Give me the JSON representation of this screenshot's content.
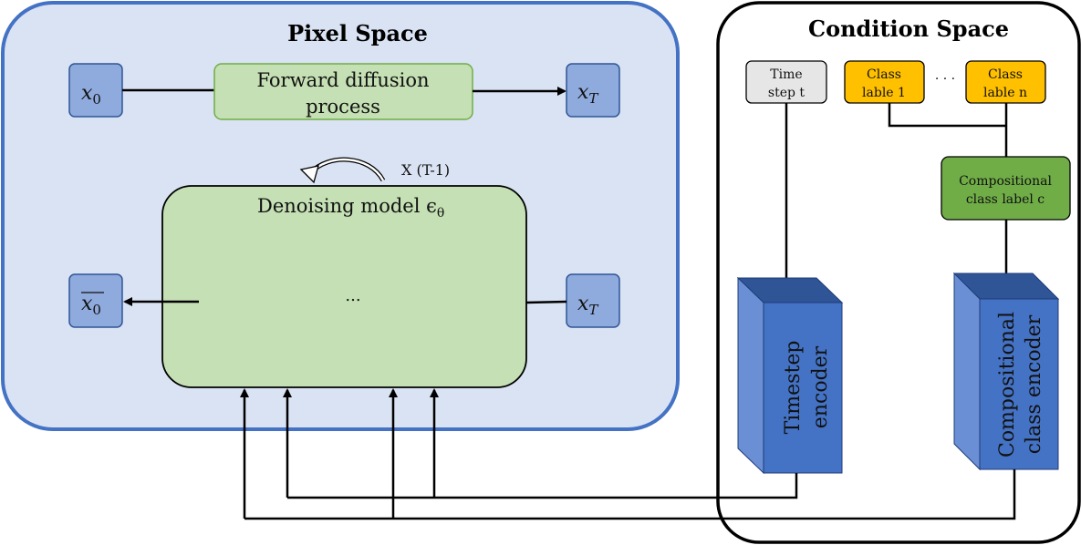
{
  "pixel_space": {
    "title": "Pixel Space",
    "x0": "x",
    "x0_sub": "0",
    "xT": "x",
    "xT_sub": "T",
    "forward_line1": "Forward diffusion",
    "forward_line2": "process",
    "loop_label": "X (T-1)",
    "denoise_label": "Denoising model ϵ",
    "denoise_sub": "θ",
    "ellipsis": "...",
    "x0bar": "x",
    "x0bar_sub": "0",
    "xT2": "x",
    "xT2_sub": "T"
  },
  "condition_space": {
    "title": "Condition Space",
    "time_line1": "Time",
    "time_line2": "step t",
    "class1_line1": "Class",
    "class1_line2": "lable 1",
    "dots": "· · ·",
    "classn_line1": "Class",
    "classn_line2": "lable n",
    "comp_line1": "Compositional",
    "comp_line2": "class label c",
    "timestep_encoder_line1": "Timestep",
    "timestep_encoder_line2": "encoder",
    "class_encoder_line1": "Compositional",
    "class_encoder_line2": "class encoder"
  },
  "colors": {
    "pixel_bg": "#dae3f3",
    "pixel_border": "#4472c4",
    "x_box": "#8faadc",
    "x_box_border": "#2f5597",
    "green_box": "#c5e0b4",
    "green_border": "#70ad47",
    "gray_box": "#e7e6e6",
    "orange_box": "#ffc000",
    "dark_green": "#70ad47",
    "encoder_front": "#4472c4",
    "encoder_side": "#6a8fd4",
    "encoder_top": "#2f5597"
  }
}
